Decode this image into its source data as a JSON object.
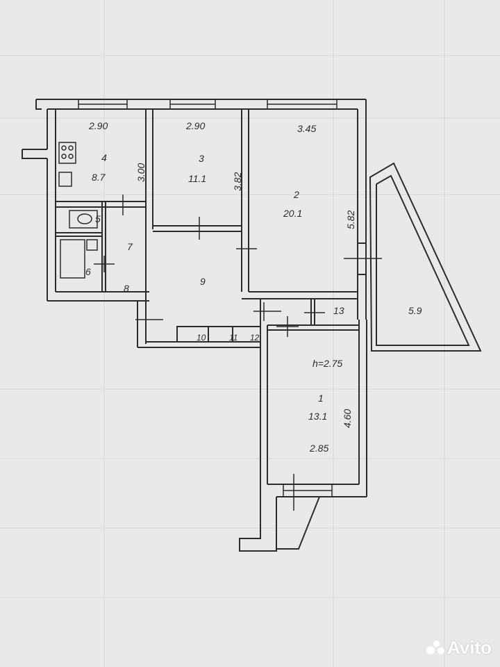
{
  "plan": {
    "rooms": [
      {
        "id": "kitchen",
        "number": "4",
        "area": "8.7",
        "width": "2.90",
        "length": "3.00"
      },
      {
        "id": "room-3",
        "number": "3",
        "area": "11.1",
        "width": "2.90",
        "length": "3.82"
      },
      {
        "id": "room-2",
        "number": "2",
        "area": "20.1",
        "width": "3.45",
        "length": "5.82"
      },
      {
        "id": "room-1",
        "number": "1",
        "area": "13.1",
        "width": "2.85",
        "length": "4.60"
      },
      {
        "id": "hall",
        "number": "9"
      },
      {
        "id": "corridor",
        "number": "7"
      },
      {
        "id": "wc",
        "number": "5"
      },
      {
        "id": "bath",
        "number": "6"
      },
      {
        "id": "closet-8",
        "number": "8"
      },
      {
        "id": "closet-10",
        "number": "10"
      },
      {
        "id": "closet-11",
        "number": "11"
      },
      {
        "id": "closet-12",
        "number": "12"
      },
      {
        "id": "corridor-13",
        "number": "13"
      },
      {
        "id": "balcony",
        "area": "5.9"
      }
    ],
    "ceiling_height": "h=2.75"
  },
  "watermark": {
    "brand": "Avito"
  },
  "colors": {
    "paper": "#e9e9e7",
    "line": "#2b2b2b",
    "grid": "#d6d6d4"
  }
}
